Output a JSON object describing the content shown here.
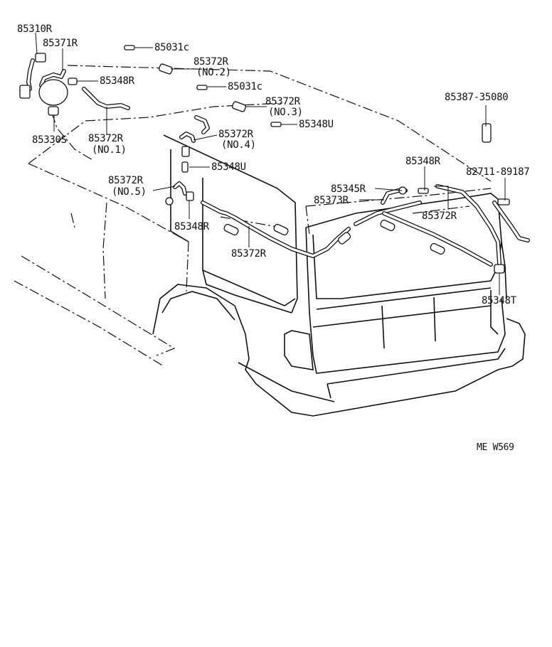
{
  "diagram": {
    "code": "ME W569",
    "labels": {
      "p85310R": "85310R",
      "p85371R": "85371R",
      "p85031c_a": "85031c",
      "p85372R_no2": "85372R",
      "no2": "(NO.2)",
      "p85348R_a": "85348R",
      "p85031c_b": "85031c",
      "p85372R_no3": "85372R",
      "no3": "(NO.3)",
      "p85348U_a": "85348U",
      "p85330S": "85330S",
      "p85372R_no1": "85372R",
      "no1": "(NO.1)",
      "p85372R_no4": "85372R",
      "no4": "(NO.4)",
      "p85348U_b": "85348U",
      "p85372R_no5": "85372R",
      "no5": "(NO.5)",
      "p85348R_b": "85348R",
      "p85372R_c": "85372R",
      "p85387": "85387-35080",
      "p85348R_c": "85348R",
      "p82711": "82711-89187",
      "p85345R": "85345R",
      "p85373R": "85373R",
      "p85372R_d": "85372R",
      "p85348T": "85348T"
    }
  }
}
